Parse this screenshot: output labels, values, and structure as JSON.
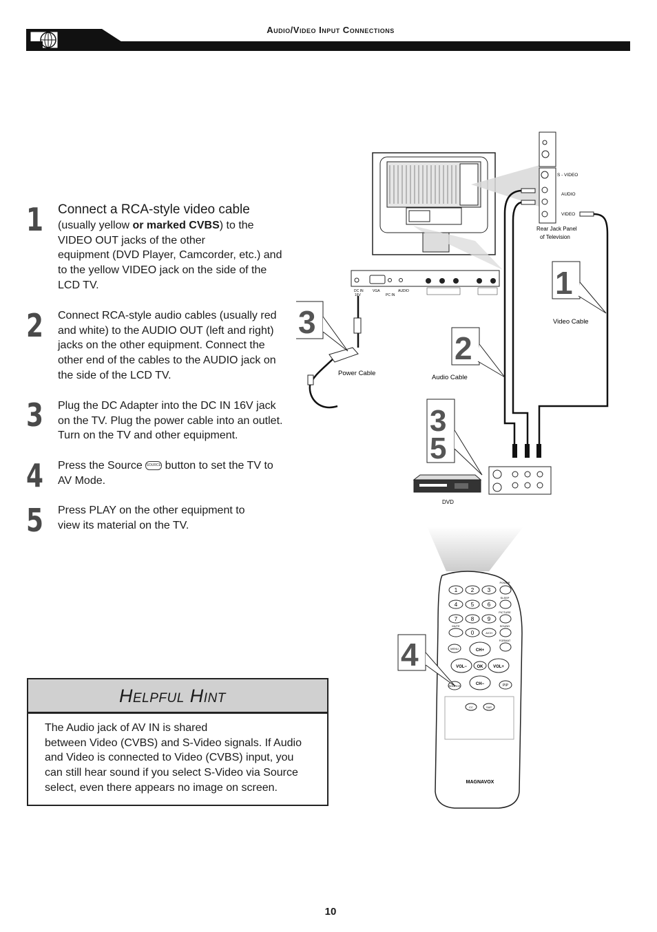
{
  "header": {
    "title": "Audio/Video Input Connections"
  },
  "steps": [
    {
      "number": "1",
      "heading": "Connect a RCA-style video cable",
      "text_pre": "(usually yellow ",
      "text_bold": "or marked CVBS",
      "text_post": ") to the",
      "lines": [
        "VIDEO OUT jacks of the other",
        "equipment (DVD Player, Camcorder, etc.) and",
        "to the yellow VIDEO jack on the side of the",
        "LCD TV."
      ]
    },
    {
      "number": "2",
      "lines": [
        "Connect RCA-style audio cables (usually red",
        "and white) to the AUDIO OUT (left and right)",
        "jacks on the other equipment. Connect the",
        "other end of the cables to the AUDIO jack on",
        "the side of the LCD TV."
      ]
    },
    {
      "number": "3",
      "lines": [
        "Plug the DC Adapter into the DC IN 16V jack",
        "on the TV. Plug the power cable into an outlet.",
        "Turn on the TV and other equipment."
      ]
    },
    {
      "number": "4",
      "text_pre": "Press the Source",
      "icon_label": "SOURCE",
      "text_post": "button to set the TV to",
      "line2": "AV Mode."
    },
    {
      "number": "5",
      "lines": [
        "Press PLAY on the other equipment to",
        "view its material on the TV."
      ]
    }
  ],
  "hint": {
    "title": "Helpful Hint",
    "lines": [
      "The Audio jack of AV IN is shared",
      "between Video (CVBS) and S-Video signals. If Audio",
      "and Video is connected to Video (CVBS) input, you",
      "can still hear sound if you select S-Video via Source",
      "select, even there appears no image on screen."
    ]
  },
  "diagram": {
    "labels": {
      "svideo": "S - VIDEO",
      "audio": "AUDIO",
      "video": "VIDEO",
      "rear_panel_1": "Rear Jack Panel",
      "rear_panel_2": "of  Television",
      "video_cable": "Video Cable",
      "audio_cable": "Audio Cable",
      "power_cable": "Power Cable",
      "dvd": "DVD",
      "dcin": "DC IN",
      "dcin_v": "16V",
      "vga": "VGA",
      "pc_in": "PC   IN",
      "panel_audio": "AUDIO",
      "brand": "MAGNAVOX"
    },
    "callouts": [
      "1",
      "2",
      "3",
      "3",
      "5",
      "4"
    ],
    "remote_buttons": {
      "power": "POWER",
      "sleep": "SLEEP",
      "picture": "PICTURE",
      "mute": "MUTE",
      "sound": "SOUND",
      "format": "FORMAT",
      "menu": "MENU",
      "ch_up": "CH+",
      "ch_down": "CH−",
      "vol_down": "VOL−",
      "vol_up": "VOL+",
      "ok": "OK",
      "source": "SOURCE",
      "pip": "PIP",
      "cc": "CC",
      "sap": "SAP",
      "avch": "A/CH",
      "digits": [
        "1",
        "2",
        "3",
        "4",
        "5",
        "6",
        "7",
        "8",
        "9",
        "0"
      ]
    }
  },
  "page_number": "10"
}
